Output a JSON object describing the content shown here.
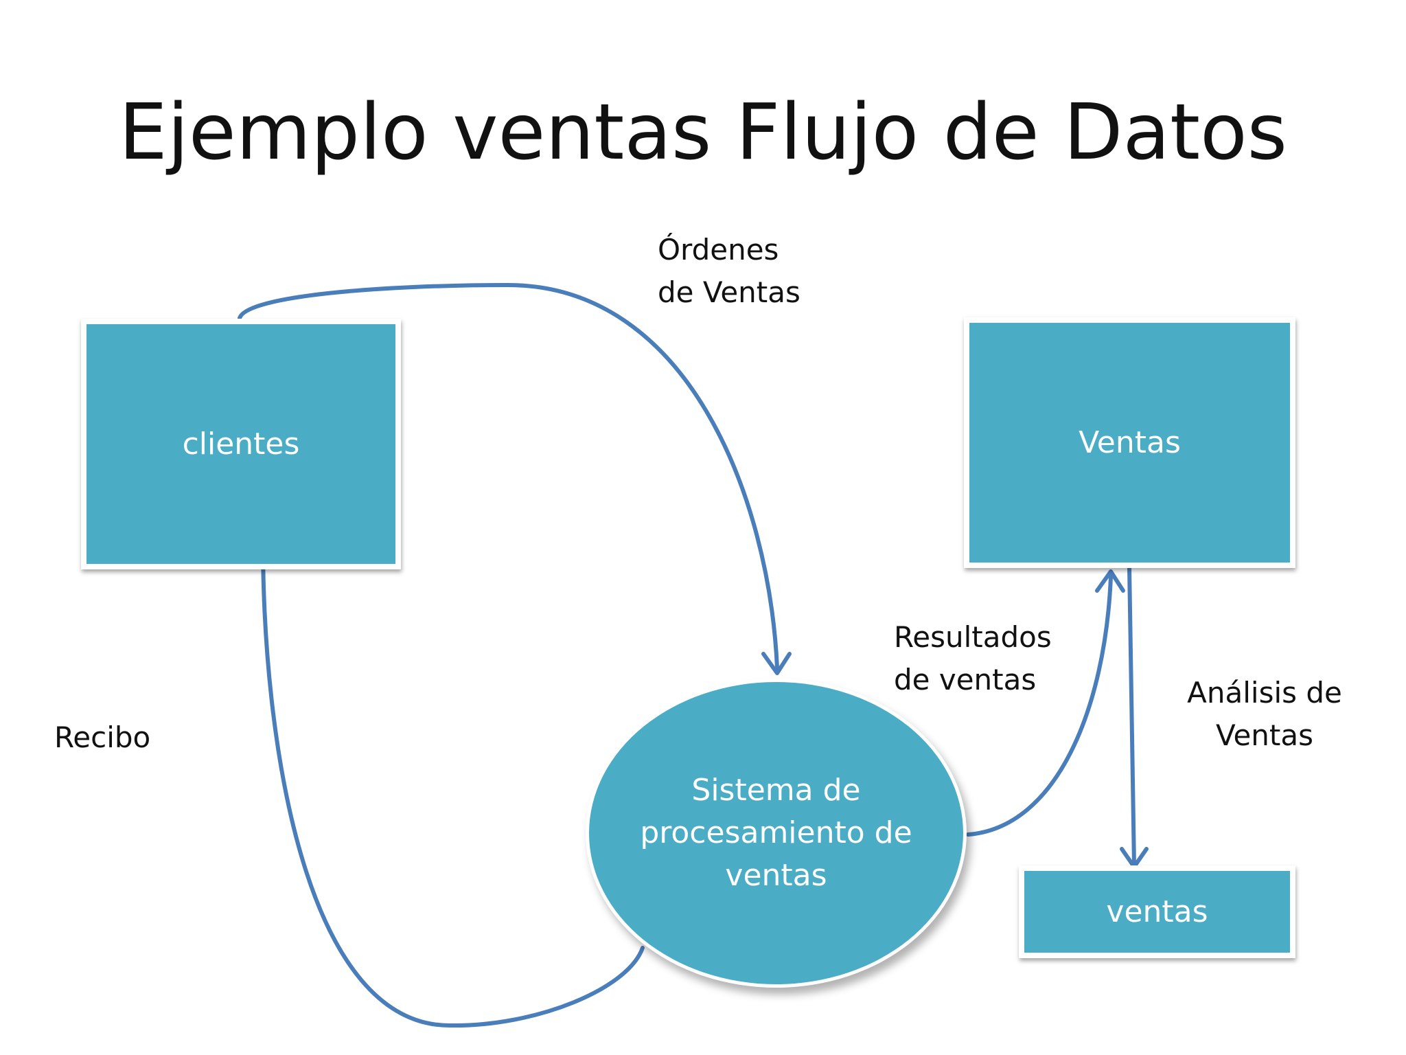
{
  "slide": {
    "title": "Ejemplo ventas Flujo de Datos"
  },
  "colors": {
    "shape_fill": "#4BACC6",
    "arrow": "#4A7EBB",
    "text": "#111111",
    "shape_text": "#FFFFFF"
  },
  "entities": {
    "clientes": "clientes",
    "ventas_entity": "Ventas",
    "ventas_store": "ventas"
  },
  "process": {
    "label": "Sistema de procesamiento de ventas"
  },
  "flows": {
    "ordenes": {
      "line1": "Órdenes",
      "line2": "de Ventas"
    },
    "resultados": {
      "line1": "Resultados",
      "line2": "de ventas"
    },
    "analisis": {
      "line1": "Análisis de",
      "line2": "Ventas"
    },
    "recibo": "Recibo"
  }
}
